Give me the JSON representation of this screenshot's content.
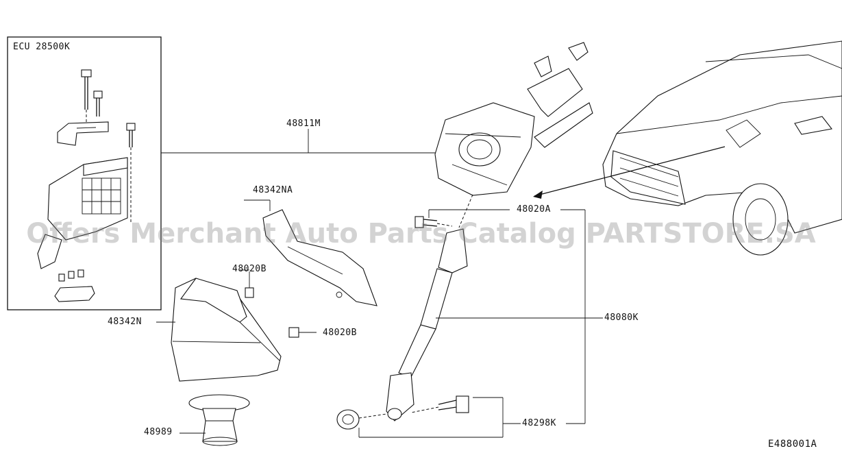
{
  "ecu_box": {
    "title": "ECU 28500K"
  },
  "part_labels": {
    "p48811M": "48811M",
    "p48342NA": "48342NA",
    "p48020A": "48020A",
    "p48020B_top": "48020B",
    "p48020B_bottom": "48020B",
    "p48342N": "48342N",
    "p48080K": "48080K",
    "p48989": "48989",
    "p48298K": "48298K"
  },
  "diagram_id": "E488001A",
  "watermark": "Offers Merchant Auto Parts Catalog PARTSTORE.SA",
  "colors": {
    "line": "#111111",
    "background": "#ffffff",
    "watermark": "#7878787f"
  }
}
